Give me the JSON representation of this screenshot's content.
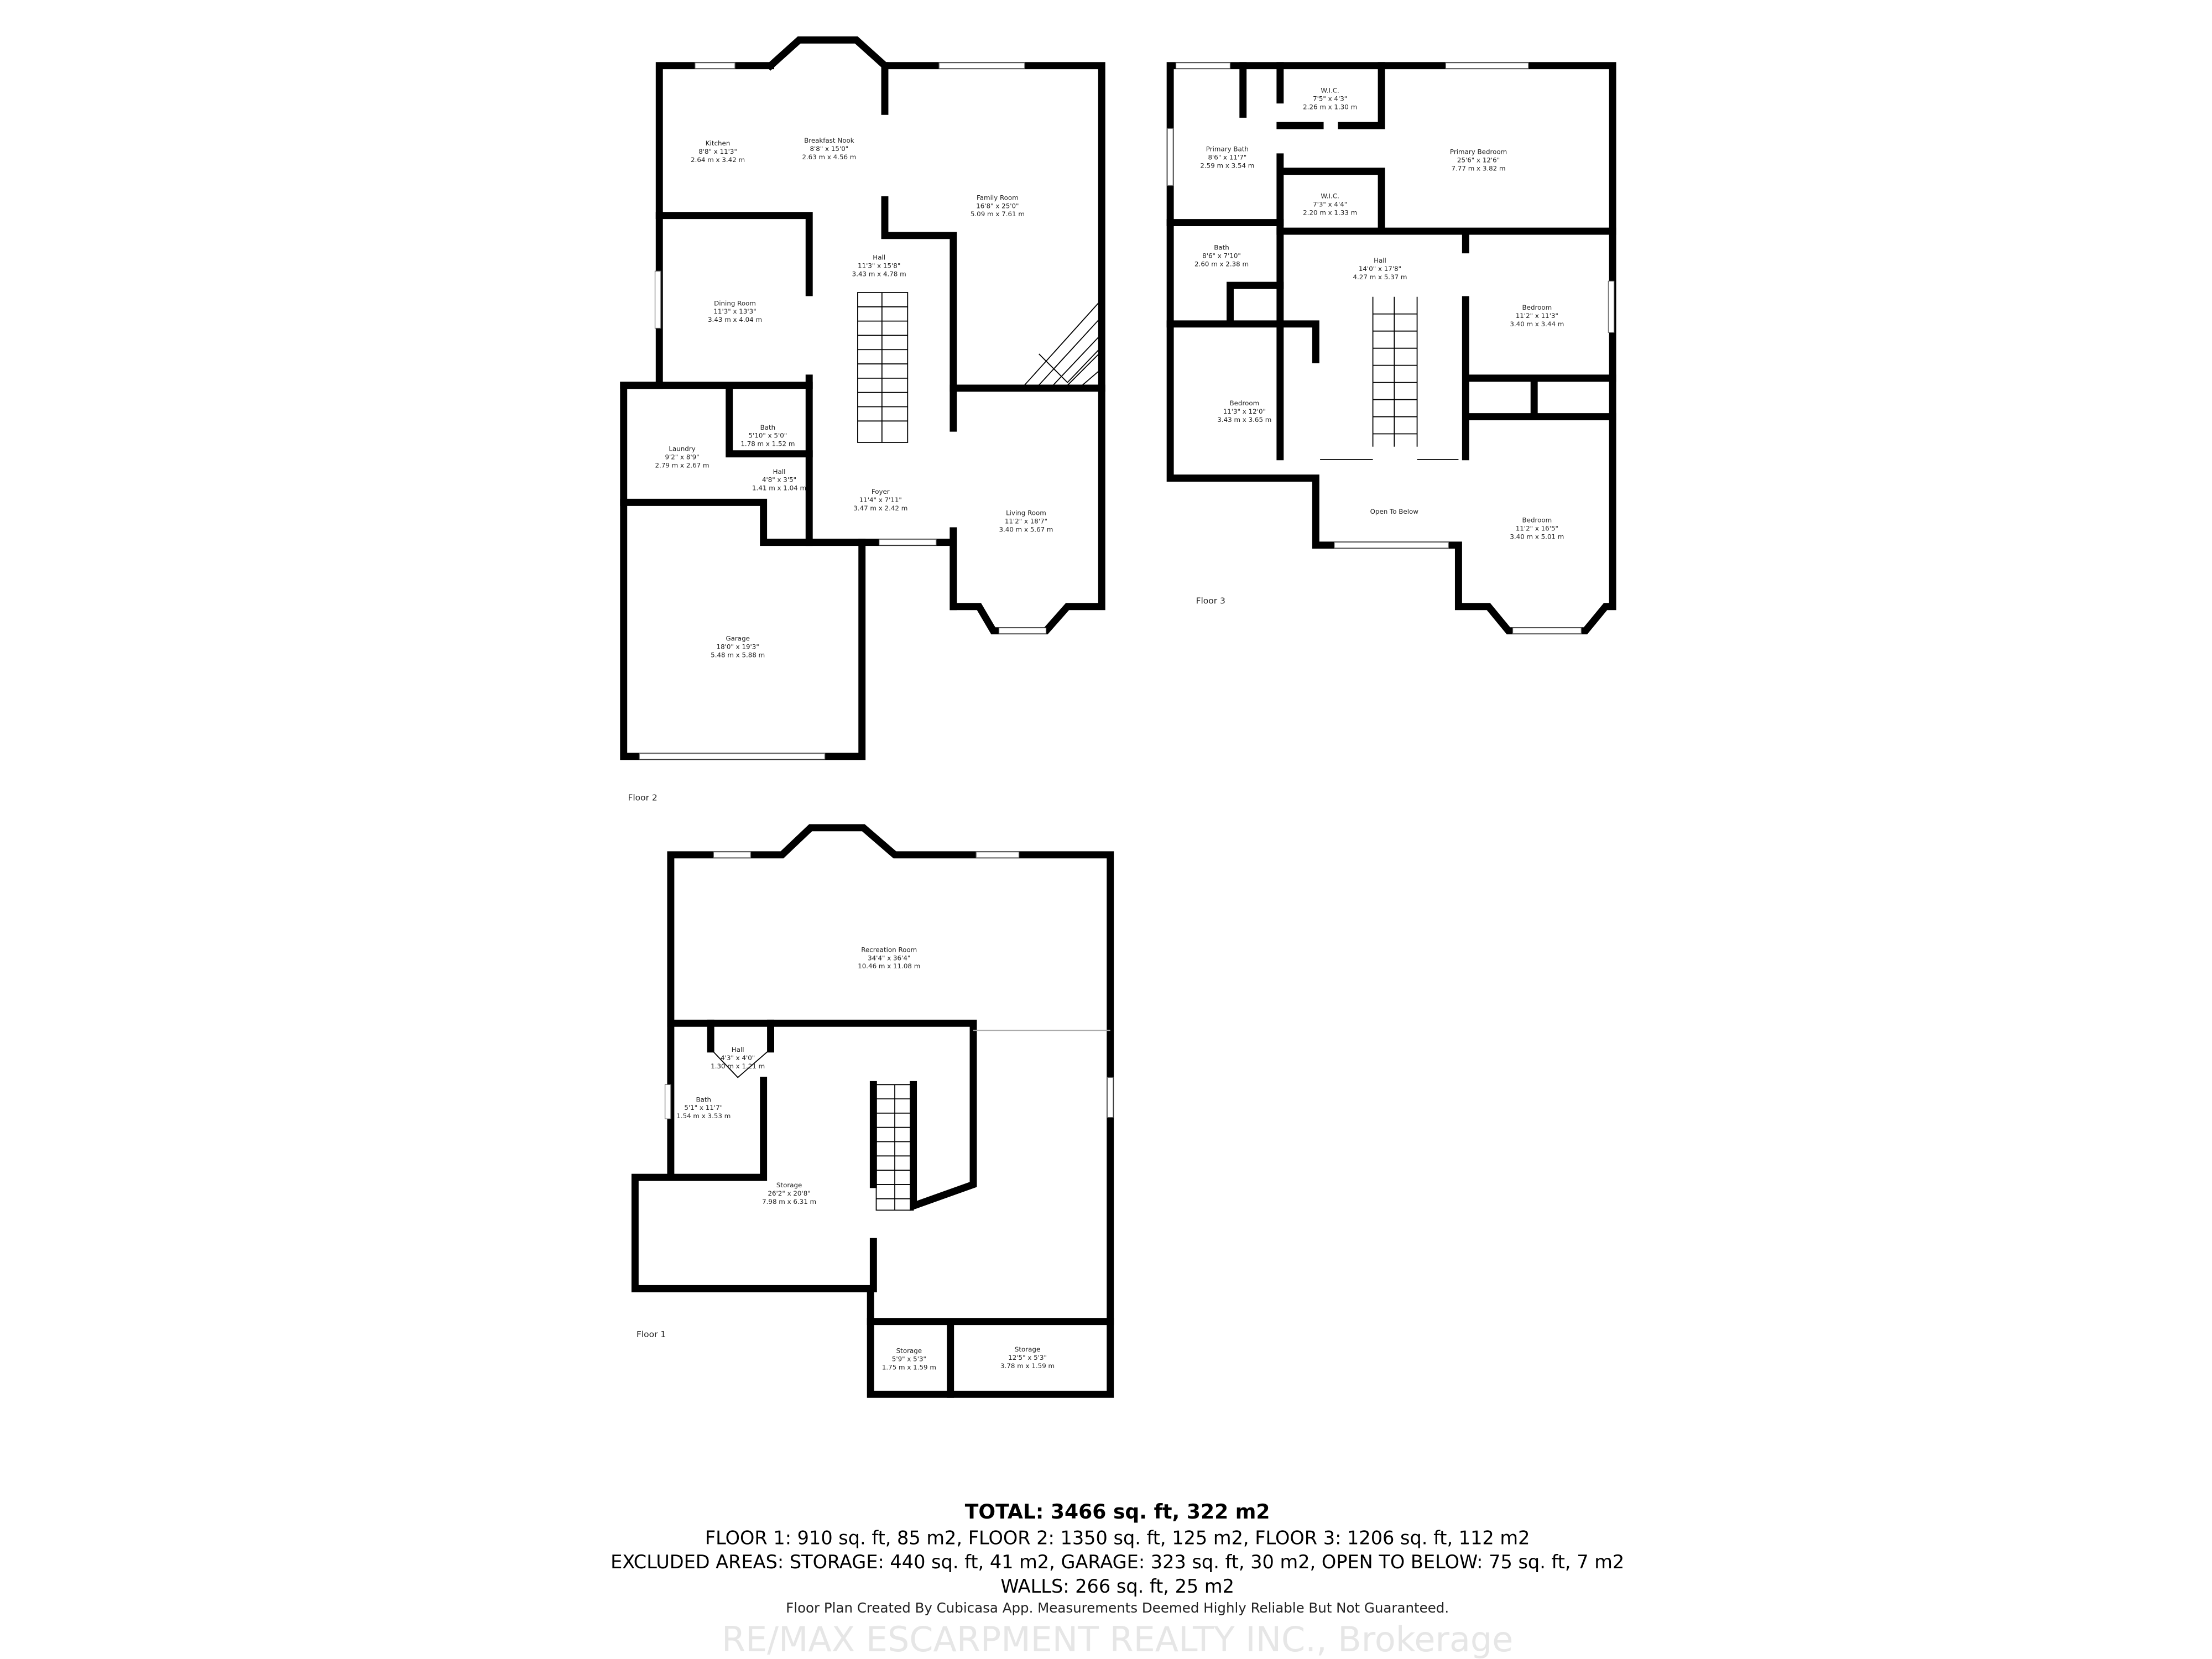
{
  "floors": [
    {
      "label": "Floor 2",
      "rooms": [
        {
          "name": "Kitchen",
          "imperial": "8'8\" x 11'3\"",
          "metric": "2.64 m x 3.42 m"
        },
        {
          "name": "Breakfast Nook",
          "imperial": "8'8\" x 15'0\"",
          "metric": "2.63 m x 4.56 m"
        },
        {
          "name": "Family Room",
          "imperial": "16'8\" x 25'0\"",
          "metric": "5.09 m x 7.61 m"
        },
        {
          "name": "Hall",
          "imperial": "11'3\" x 15'8\"",
          "metric": "3.43 m x 4.78 m"
        },
        {
          "name": "Dining Room",
          "imperial": "11'3\" x 13'3\"",
          "metric": "3.43 m x 4.04 m"
        },
        {
          "name": "Bath",
          "imperial": "5'10\" x 5'0\"",
          "metric": "1.78 m x 1.52 m"
        },
        {
          "name": "Laundry",
          "imperial": "9'2\" x 8'9\"",
          "metric": "2.79 m x 2.67 m"
        },
        {
          "name": "Hall",
          "imperial": "4'8\" x 3'5\"",
          "metric": "1.41 m x 1.04 m"
        },
        {
          "name": "Foyer",
          "imperial": "11'4\" x 7'11\"",
          "metric": "3.47 m x 2.42 m"
        },
        {
          "name": "Living Room",
          "imperial": "11'2\" x 18'7\"",
          "metric": "3.40 m x 5.67 m"
        },
        {
          "name": "Garage",
          "imperial": "18'0\" x 19'3\"",
          "metric": "5.48 m x 5.88 m"
        }
      ]
    },
    {
      "label": "Floor 3",
      "rooms": [
        {
          "name": "W.I.C.",
          "imperial": "7'5\" x 4'3\"",
          "metric": "2.26 m x 1.30 m"
        },
        {
          "name": "Primary Bath",
          "imperial": "8'6\" x 11'7\"",
          "metric": "2.59 m x 3.54 m"
        },
        {
          "name": "Primary Bedroom",
          "imperial": "25'6\" x 12'6\"",
          "metric": "7.77 m x 3.82 m"
        },
        {
          "name": "W.I.C.",
          "imperial": "7'3\" x 4'4\"",
          "metric": "2.20 m x 1.33 m"
        },
        {
          "name": "Bath",
          "imperial": "8'6\" x 7'10\"",
          "metric": "2.60 m x 2.38 m"
        },
        {
          "name": "Hall",
          "imperial": "14'0\" x 17'8\"",
          "metric": "4.27 m x 5.37 m"
        },
        {
          "name": "Bedroom",
          "imperial": "11'2\" x 11'3\"",
          "metric": "3.40 m x 3.44 m"
        },
        {
          "name": "Bedroom",
          "imperial": "11'3\" x 12'0\"",
          "metric": "3.43 m x 3.65 m"
        },
        {
          "name": "Open To Below",
          "imperial": "",
          "metric": ""
        },
        {
          "name": "Bedroom",
          "imperial": "11'2\" x 16'5\"",
          "metric": "3.40 m x 5.01 m"
        }
      ]
    },
    {
      "label": "Floor 1",
      "rooms": [
        {
          "name": "Recreation Room",
          "imperial": "34'4\" x 36'4\"",
          "metric": "10.46 m x 11.08 m"
        },
        {
          "name": "Hall",
          "imperial": "4'3\" x 4'0\"",
          "metric": "1.30 m x 1.21 m"
        },
        {
          "name": "Bath",
          "imperial": "5'1\" x 11'7\"",
          "metric": "1.54 m x 3.53 m"
        },
        {
          "name": "Storage",
          "imperial": "26'2\" x 20'8\"",
          "metric": "7.98 m x 6.31 m"
        },
        {
          "name": "Storage",
          "imperial": "5'9\" x 5'3\"",
          "metric": "1.75 m x 1.59 m"
        },
        {
          "name": "Storage",
          "imperial": "12'5\" x 5'3\"",
          "metric": "3.78 m x 1.59 m"
        }
      ]
    }
  ],
  "summary": {
    "total": "TOTAL: 3466 sq. ft, 322 m2",
    "floors": "FLOOR 1: 910 sq. ft, 85 m2, FLOOR 2: 1350 sq. ft, 125 m2, FLOOR 3: 1206 sq. ft, 112 m2",
    "excluded": "EXCLUDED AREAS: STORAGE: 440 sq. ft, 41 m2, GARAGE: 323 sq. ft, 30 m2, OPEN TO BELOW: 75 sq. ft, 7 m2",
    "walls": "WALLS: 266 sq. ft, 25 m2"
  },
  "watermark": "RE/MAX ESCARPMENT REALTY INC., Brokerage",
  "disclaimer": "Floor Plan Created By Cubicasa App. Measurements Deemed Highly Reliable But Not Guaranteed."
}
